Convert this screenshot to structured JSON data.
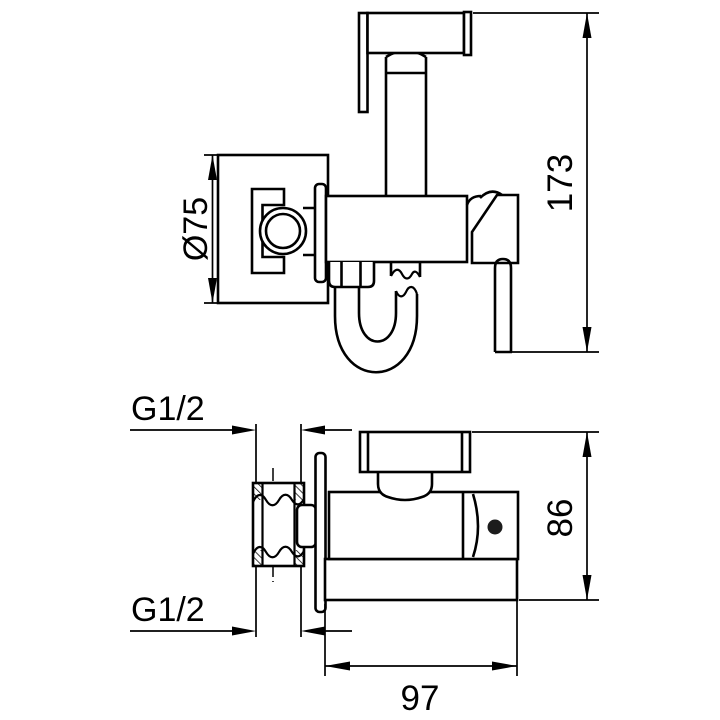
{
  "drawing": {
    "dimensions": {
      "total_height": "173",
      "total_depth": "86",
      "body_width": "97",
      "plate_diameter": "Ø75",
      "inlet_thread": "G1/2",
      "outlet_thread": "G1/2"
    }
  }
}
